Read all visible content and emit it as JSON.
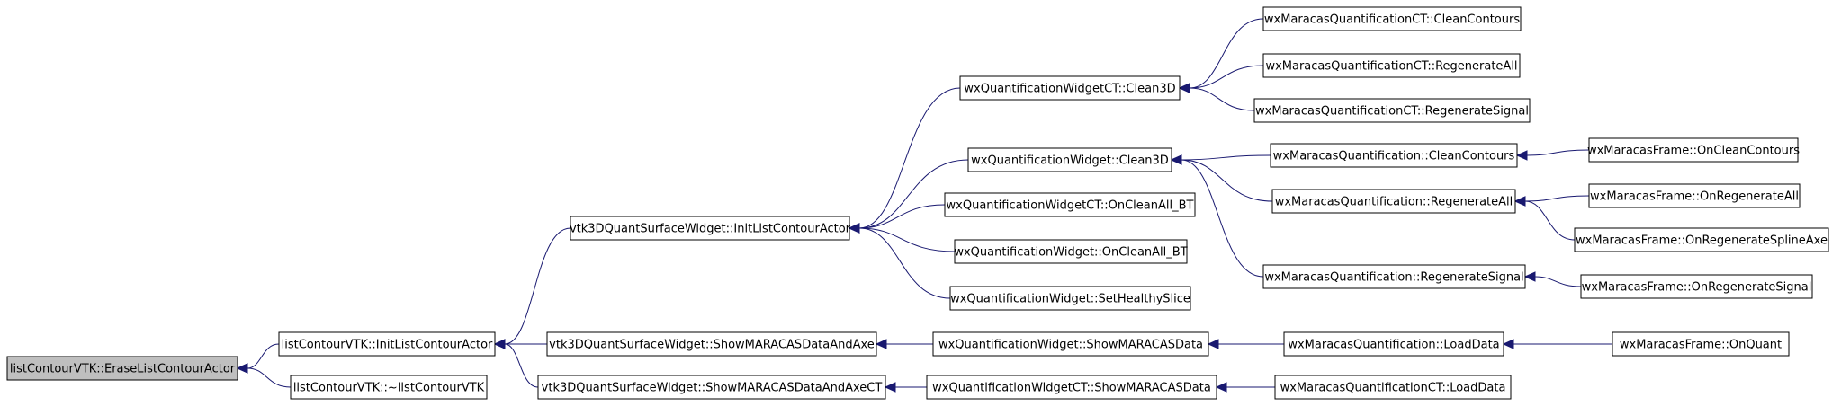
{
  "colors": {
    "edge": "#191970",
    "root_fill": "#bfbfbf",
    "node_fill": "#ffffff",
    "node_border": "#000000"
  },
  "nodes": {
    "erase": "listContourVTK::EraseListContourActor",
    "initlist": "listContourVTK::InitListContourActor",
    "dtor": "listContourVTK::~listContourVTK",
    "surfInit": "vtk3DQuantSurfaceWidget::InitListContourActor",
    "surfShow": "vtk3DQuantSurfaceWidget::ShowMARACASDataAndAxe",
    "surfShowCT": "vtk3DQuantSurfaceWidget::ShowMARACASDataAndAxeCT",
    "qwctClean": "wxQuantificationWidgetCT::Clean3D",
    "qwClean": "wxQuantificationWidget::Clean3D",
    "qwctOnClean": "wxQuantificationWidgetCT::OnCleanAll_BT",
    "qwOnClean": "wxQuantificationWidget::OnCleanAll_BT",
    "qwHealthy": "wxQuantificationWidget::SetHealthySlice",
    "qwShow": "wxQuantificationWidget::ShowMARACASData",
    "qwctShow": "wxQuantificationWidgetCT::ShowMARACASData",
    "mqctClean": "wxMaracasQuantificationCT::CleanContours",
    "mqctRegen": "wxMaracasQuantificationCT::RegenerateAll",
    "mqctSignal": "wxMaracasQuantificationCT::RegenerateSignal",
    "mqClean": "wxMaracasQuantification::CleanContours",
    "mqRegen": "wxMaracasQuantification::RegenerateAll",
    "mqSignal": "wxMaracasQuantification::RegenerateSignal",
    "mqLoad": "wxMaracasQuantification::LoadData",
    "mqctLoad": "wxMaracasQuantificationCT::LoadData",
    "frClean": "wxMaracasFrame::OnCleanContours",
    "frRegen": "wxMaracasFrame::OnRegenerateAll",
    "frSpline": "wxMaracasFrame::OnRegenerateSplineAxe",
    "frSignal": "wxMaracasFrame::OnRegenerateSignal",
    "frQuant": "wxMaracasFrame::OnQuant"
  },
  "edges": [
    [
      "initlist",
      "erase"
    ],
    [
      "dtor",
      "erase"
    ],
    [
      "surfInit",
      "initlist"
    ],
    [
      "surfShow",
      "initlist"
    ],
    [
      "surfShowCT",
      "initlist"
    ],
    [
      "qwctClean",
      "surfInit"
    ],
    [
      "qwClean",
      "surfInit"
    ],
    [
      "qwctOnClean",
      "surfInit"
    ],
    [
      "qwOnClean",
      "surfInit"
    ],
    [
      "qwHealthy",
      "surfInit"
    ],
    [
      "qwShow",
      "surfShow"
    ],
    [
      "qwctShow",
      "surfShowCT"
    ],
    [
      "mqctClean",
      "qwctClean"
    ],
    [
      "mqctRegen",
      "qwctClean"
    ],
    [
      "mqctSignal",
      "qwctClean"
    ],
    [
      "mqClean",
      "qwClean"
    ],
    [
      "mqRegen",
      "qwClean"
    ],
    [
      "mqSignal",
      "qwClean"
    ],
    [
      "mqLoad",
      "qwShow"
    ],
    [
      "mqctLoad",
      "qwctShow"
    ],
    [
      "frClean",
      "mqClean"
    ],
    [
      "frRegen",
      "mqRegen"
    ],
    [
      "frSpline",
      "mqRegen"
    ],
    [
      "frSignal",
      "mqSignal"
    ],
    [
      "frQuant",
      "mqLoad"
    ]
  ]
}
